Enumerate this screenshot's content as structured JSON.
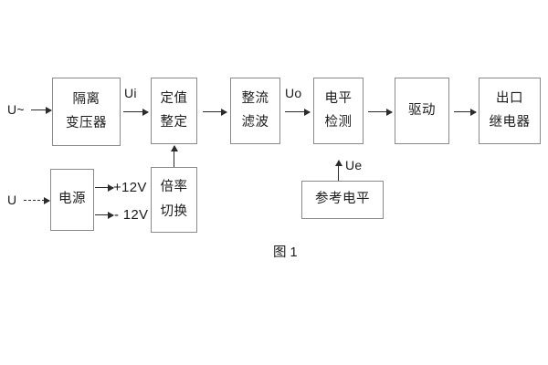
{
  "figure": {
    "caption": "图 1",
    "colors": {
      "background": "#ffffff",
      "box_border": "#8a8a8a",
      "arrow": "#2b2b2b",
      "text": "#1b1b1b"
    }
  },
  "blocks": {
    "isolation_transformer": {
      "line1": "隔离",
      "line2": "变压器"
    },
    "setting_value": {
      "line1": "定值",
      "line2": "整定"
    },
    "rectify_filter": {
      "line1": "整流",
      "line2": "滤波"
    },
    "level_detect": {
      "line1": "电平",
      "line2": "检测"
    },
    "drive": {
      "line1": "驱动"
    },
    "output_relay": {
      "line1": "出口",
      "line2": "继电器"
    },
    "power_supply": {
      "line1": "电源"
    },
    "multiplier_switch": {
      "line1": "倍率",
      "line2": "切换"
    },
    "reference_level": {
      "line1": "参考电平"
    }
  },
  "signals": {
    "input_ac": "U~",
    "input_dc": "U",
    "ui": "Ui",
    "uo": "Uo",
    "ue": "Ue",
    "rail_pos": "+12V",
    "rail_neg": "- 12V"
  }
}
